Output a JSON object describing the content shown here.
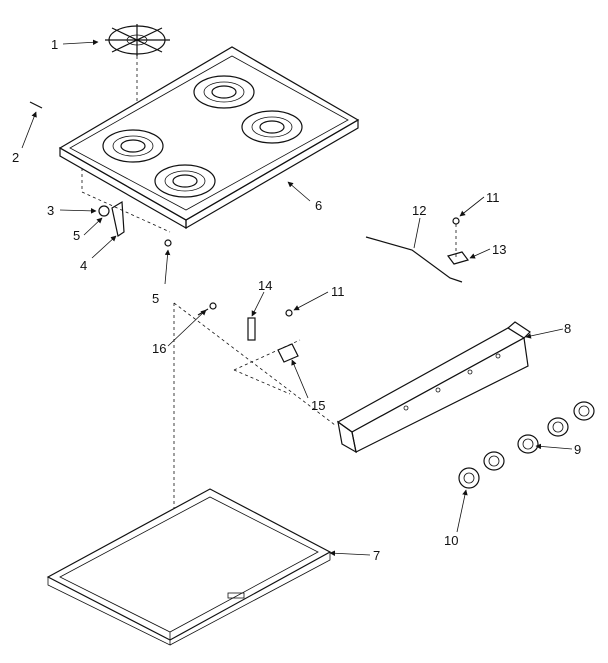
{
  "callouts": {
    "c1": "1",
    "c2": "2",
    "c3": "3",
    "c4": "4",
    "c5a": "5",
    "c5b": "5",
    "c6": "6",
    "c7": "7",
    "c8": "8",
    "c9": "9",
    "c10": "10",
    "c11a": "11",
    "c11b": "11",
    "c12": "12",
    "c13": "13",
    "c14": "14",
    "c15": "15",
    "c16": "16"
  },
  "colors": {
    "line": "#111111",
    "background": "#ffffff"
  }
}
